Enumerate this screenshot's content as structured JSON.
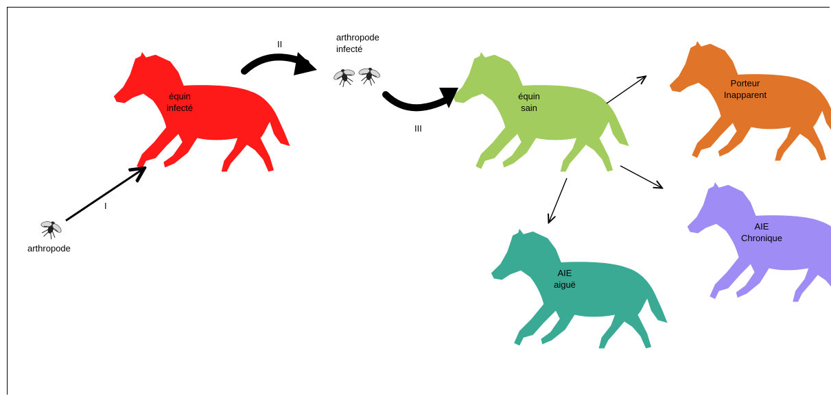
{
  "colors": {
    "infected": "#ff1a1a",
    "healthy": "#a3cc5e",
    "carrier": "#e07428",
    "chronic": "#9f8cf5",
    "acute": "#3aaa94",
    "arrow": "#000000"
  },
  "nodes": {
    "infected_horse": {
      "line1": "équin",
      "line2": "infecté"
    },
    "healthy_horse": {
      "line1": "équin",
      "line2": "sain"
    },
    "carrier_horse": {
      "line1": "Porteur",
      "line2": "Inapparent"
    },
    "chronic_horse": {
      "line1": "AIE",
      "line2": "Chronique"
    },
    "acute_horse": {
      "line1": "AIE",
      "line2": "aiguë"
    },
    "arthropod": {
      "label": "arthropode"
    },
    "infected_arthropod": {
      "line1": "arthropode",
      "line2": "infecté"
    }
  },
  "steps": {
    "one": "I",
    "two": "II",
    "three": "III"
  }
}
